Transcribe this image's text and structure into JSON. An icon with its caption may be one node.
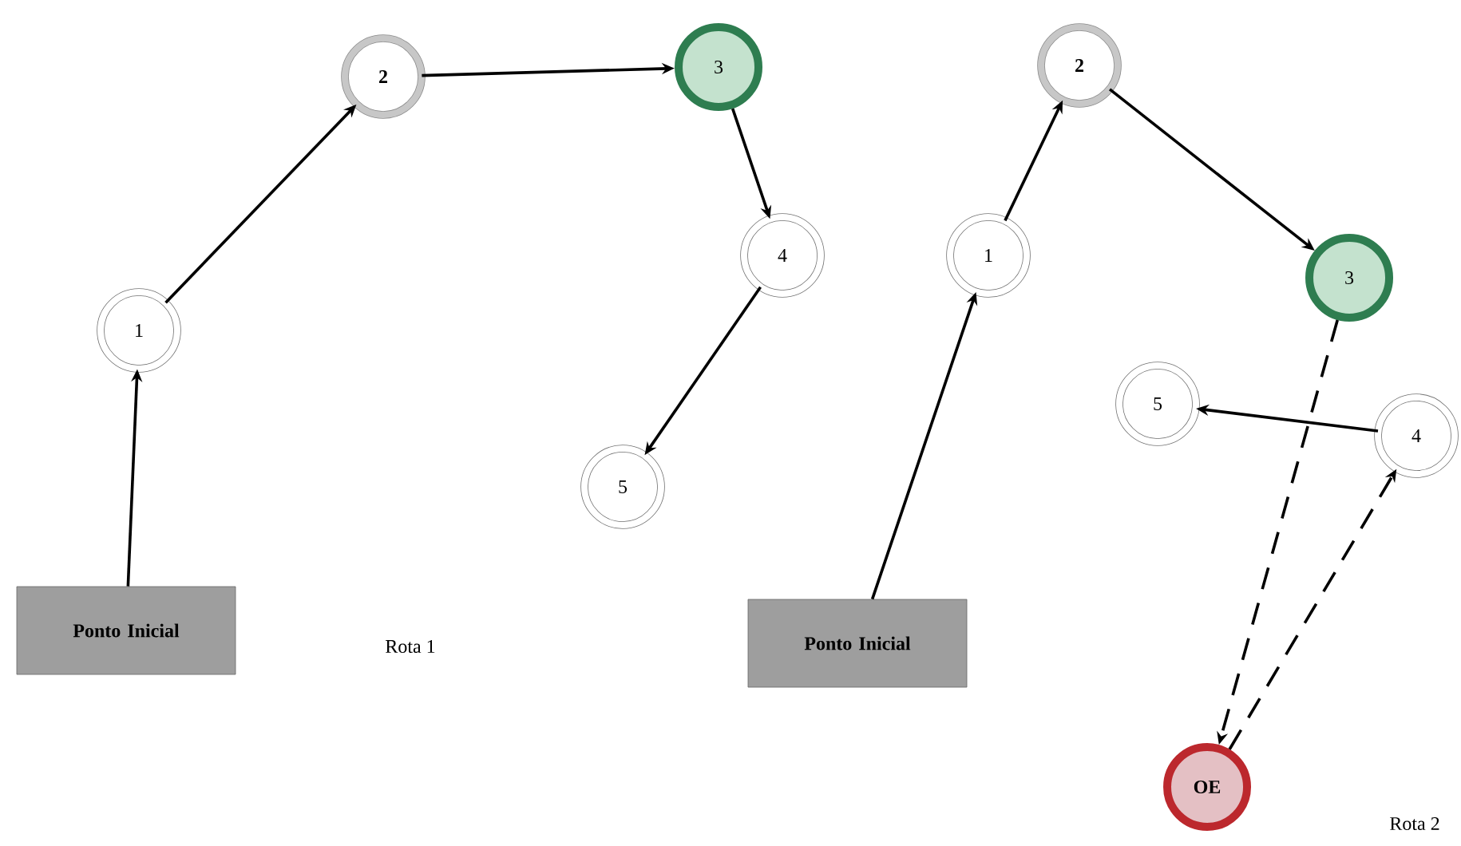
{
  "diagram": {
    "nodes": [
      {
        "text": [
          "Ponto Inicial"
        ]
      },
      {
        "text": [
          "1"
        ]
      },
      {
        "text": [
          "2"
        ]
      },
      {
        "text": [
          "3"
        ]
      },
      {
        "text": [
          "4"
        ]
      },
      {
        "text": [
          "5"
        ]
      },
      {
        "text": [
          "Ponto Inicial"
        ]
      },
      {
        "text": [
          "1"
        ]
      },
      {
        "text": [
          "2"
        ]
      },
      {
        "text": [
          "3"
        ]
      },
      {
        "text": [
          "5"
        ]
      },
      {
        "text": [
          "4"
        ]
      },
      {
        "text": [
          "OE"
        ]
      }
    ],
    "edges": [
      {
        "from": 0,
        "to": 1,
        "arrow": "to"
      },
      {
        "from": 1,
        "to": 2,
        "arrow": "to"
      },
      {
        "from": 2,
        "to": 3,
        "arrow": "to"
      },
      {
        "from": 3,
        "to": 4,
        "arrow": "to"
      },
      {
        "from": 4,
        "to": 5,
        "arrow": "to"
      },
      {
        "from": 6,
        "to": 7,
        "arrow": "to"
      },
      {
        "from": 7,
        "to": 8,
        "arrow": "to"
      },
      {
        "from": 8,
        "to": 9,
        "arrow": "to"
      },
      {
        "from": 11,
        "to": 10,
        "arrow": "to"
      },
      {
        "from": 9,
        "to": 12,
        "arrow": "to",
        "style": "dashed"
      },
      {
        "from": 12,
        "to": 11,
        "arrow": "to",
        "style": "dashed"
      }
    ],
    "labels": [
      "Rota 1",
      "Rota 2"
    ]
  }
}
